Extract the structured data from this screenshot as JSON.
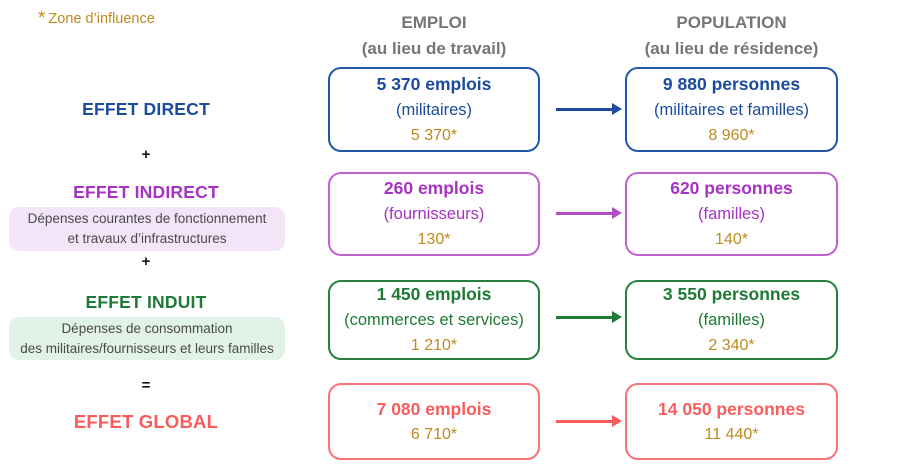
{
  "note": {
    "marker": "*",
    "label": "Zone d’influence"
  },
  "palette": {
    "gold": "#BD8A1E",
    "header_gray": "#767676"
  },
  "columns": [
    {
      "title": "EMPLOI",
      "subtitle": "(au lieu de travail)"
    },
    {
      "title": "POPULATION",
      "subtitle": "(au lieu de résidence)"
    }
  ],
  "rows": [
    {
      "label": "EFFET DIRECT",
      "color": "#1B4B9E",
      "border": "#2457A8",
      "arrow": "#1B4B9E",
      "operator_after": "+",
      "emploi": {
        "value": "5 370 emplois",
        "detail": "(militaires)",
        "zone": "5 370*"
      },
      "population": {
        "value": "9 880 personnes",
        "detail": "(militaires et familles)",
        "zone": "8 960*"
      }
    },
    {
      "label": "EFFET INDIRECT",
      "color": "#A733C4",
      "border": "#C262D2",
      "arrow": "#B44CC8",
      "desc_bg": "#F3E4F8",
      "description_line1": "Dépenses courantes de fonctionnement",
      "description_line2": "et travaux d’infrastructures",
      "operator_after": "+",
      "emploi": {
        "value": "260 emplois",
        "detail": "(fournisseurs)",
        "zone": "130*"
      },
      "population": {
        "value": "620 personnes",
        "detail": "(familles)",
        "zone": "140*"
      }
    },
    {
      "label": "EFFET INDUIT",
      "color": "#1E7A36",
      "border": "#27803F",
      "arrow": "#1E7A36",
      "desc_bg": "#E1F2E6",
      "description_line1": "Dépenses de consommation",
      "description_line2": "des militaires/fournisseurs et leurs familles",
      "operator_after": "=",
      "emploi": {
        "value": "1 450 emplois",
        "detail": "(commerces et services)",
        "zone": "1 210*"
      },
      "population": {
        "value": "3 550 personnes",
        "detail": "(familles)",
        "zone": "2 340*"
      }
    },
    {
      "label": "EFFET GLOBAL",
      "color": "#F85D5C",
      "border": "#F97171",
      "arrow": "#F85D5C",
      "emploi": {
        "value": "7 080 emplois",
        "zone": "6 710*"
      },
      "population": {
        "value": "14 050 personnes",
        "zone": "11 440*"
      }
    }
  ]
}
